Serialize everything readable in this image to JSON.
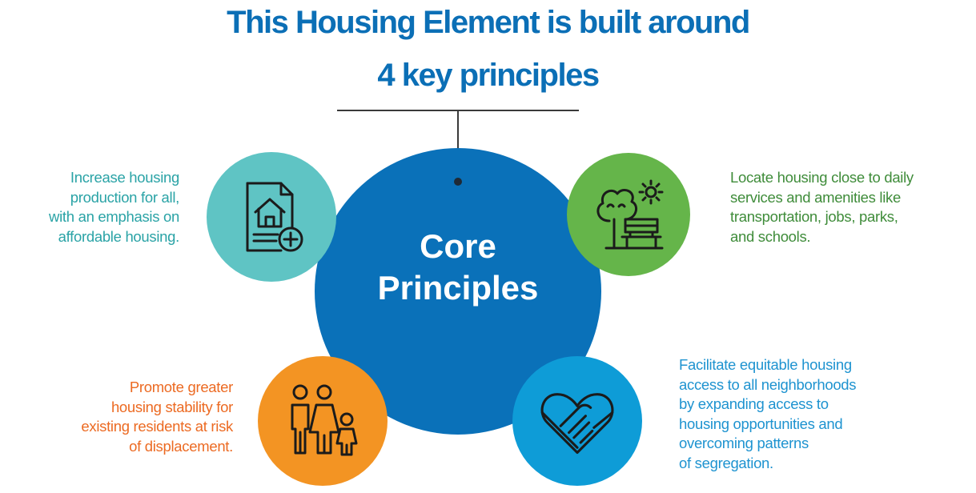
{
  "title": {
    "line1": "This Housing Element is built around",
    "line2": "4 key principles"
  },
  "core": {
    "line1": "Core",
    "line2": "Principles"
  },
  "principles": [
    {
      "icon": "house-document-plus-icon",
      "color": "#5FC4C4",
      "lines": [
        "Increase housing",
        "production for all,",
        "with an emphasis on",
        "affordable housing."
      ]
    },
    {
      "icon": "park-bench-tree-sun-icon",
      "color": "#65B54A",
      "lines": [
        "Locate housing close to daily",
        "services and amenities like",
        "transportation, jobs, parks,",
        "and schools."
      ]
    },
    {
      "icon": "family-icon",
      "color": "#F39423",
      "lines": [
        "Promote greater",
        "housing stability for",
        "existing residents at risk",
        "of displacement."
      ]
    },
    {
      "icon": "heart-handshake-icon",
      "color": "#0E9CD7",
      "lines": [
        "Facilitate equitable housing",
        "access to all neighborhoods",
        "by expanding  access to",
        "housing opportunities and",
        "overcoming patterns",
        "of segregation."
      ]
    }
  ]
}
